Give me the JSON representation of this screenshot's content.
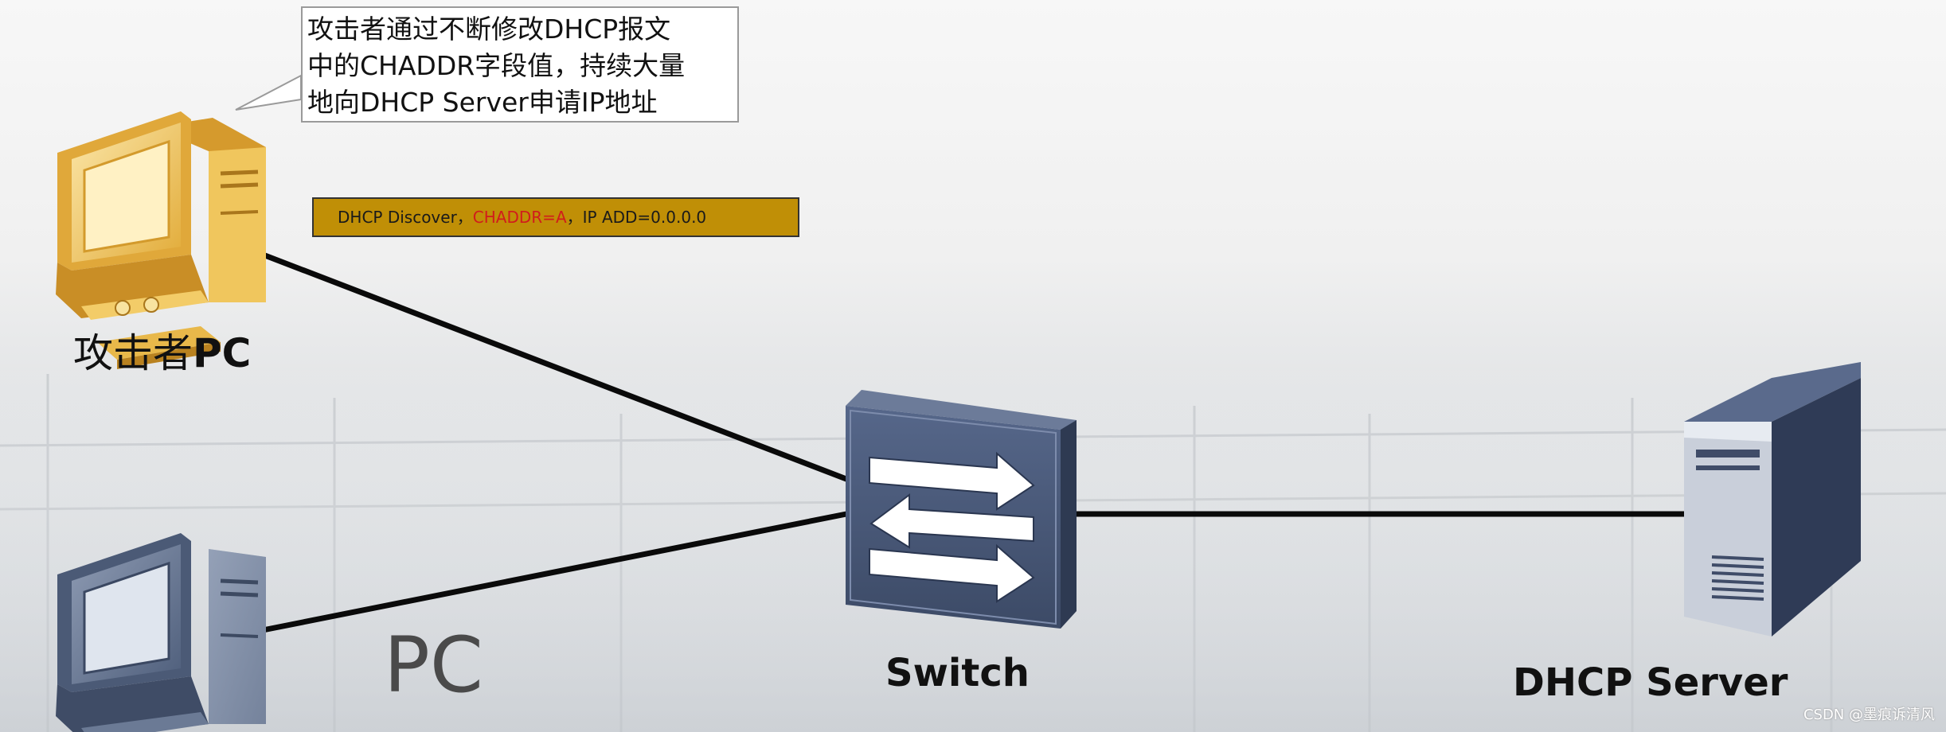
{
  "callout": {
    "lines": [
      "攻击者通过不断修改DHCP报文",
      "中的CHADDR字段值，持续大量",
      "地向DHCP Server申请IP地址"
    ]
  },
  "packet": {
    "prefix": "DHCP Discover，",
    "highlight": "CHADDR=A",
    "suffix": "，IP ADD=0.0.0.0",
    "color": "#c08f06",
    "highlight_color": "#d11c1c"
  },
  "nodes": {
    "attacker_label_main": "攻击者",
    "attacker_label_pc": "PC",
    "pc_label": "PC",
    "switch_label": "Switch",
    "server_label": "DHCP Server"
  },
  "icons": {
    "attacker": "computer-icon",
    "pc": "computer-icon",
    "switch": "switch-icon",
    "server": "server-icon"
  },
  "colors": {
    "attacker_pc": "#e8b84a",
    "normal_pc": "#56667f",
    "switch": "#44526d",
    "server": "#3f4c68"
  },
  "watermark": "CSDN @墨痕诉清风"
}
